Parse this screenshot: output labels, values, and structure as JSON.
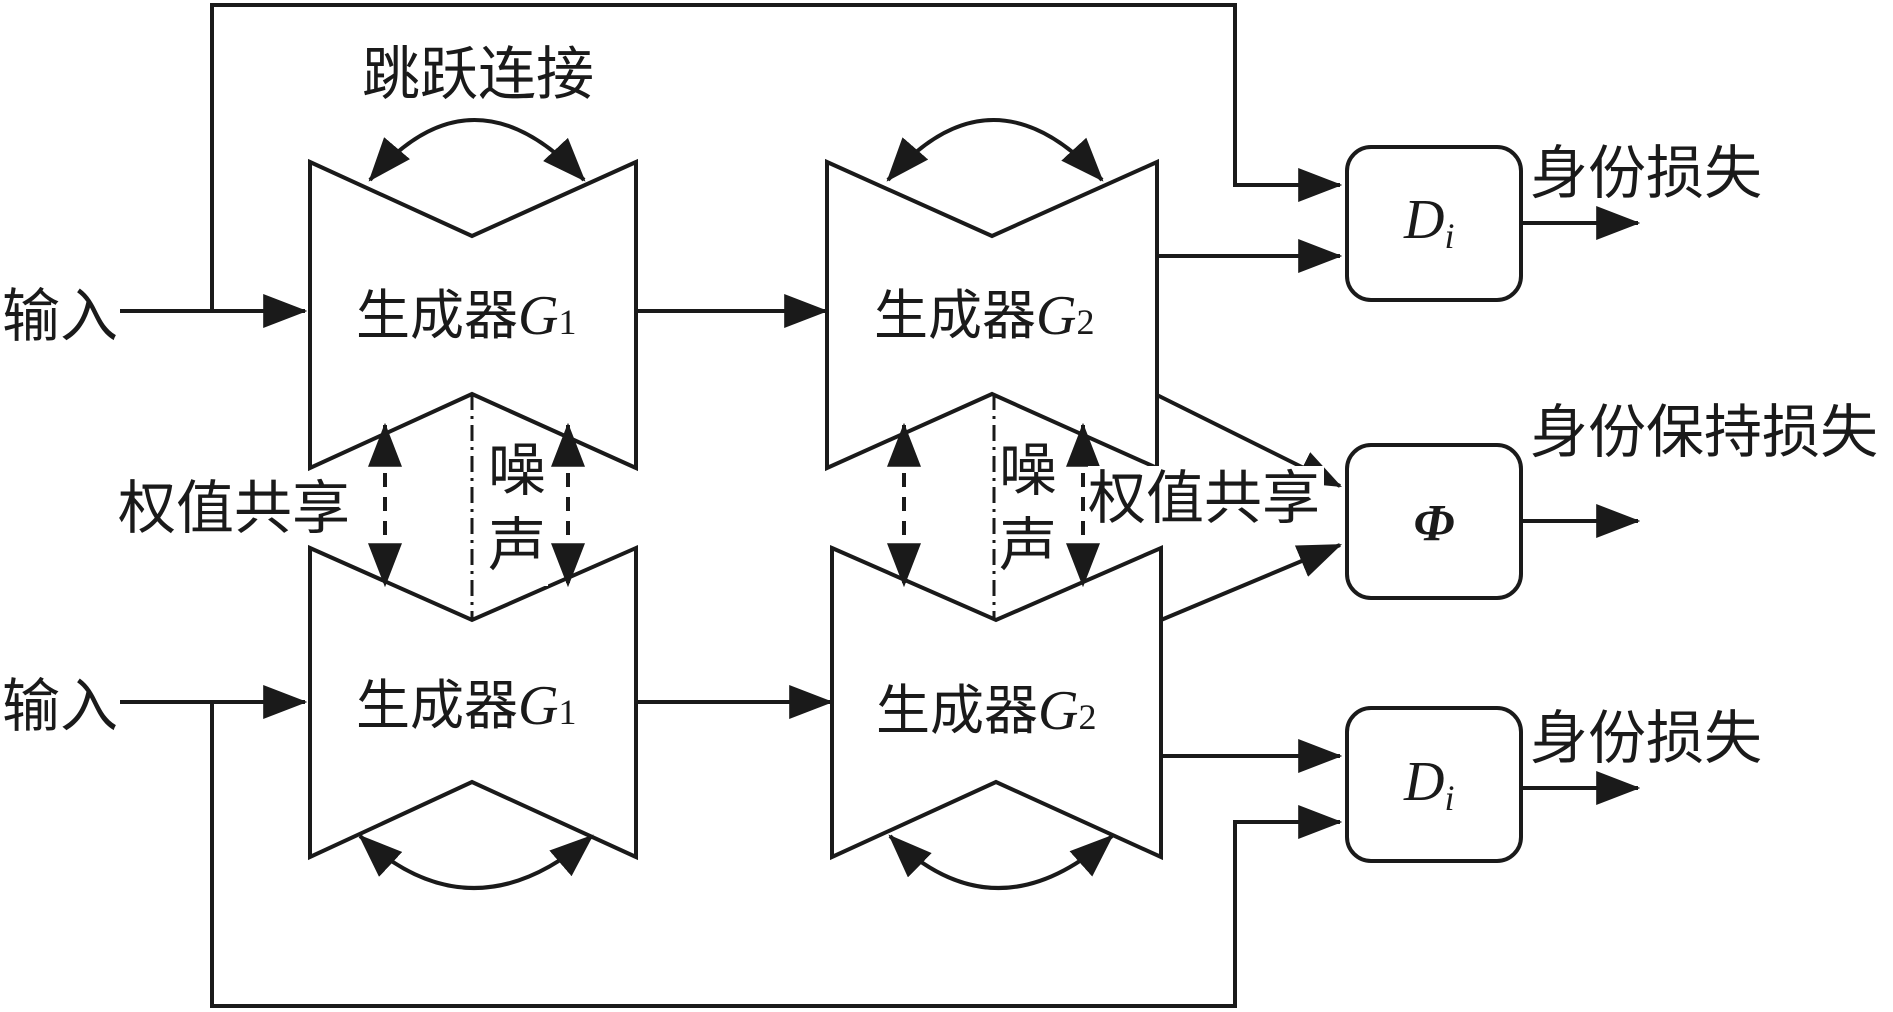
{
  "labels": {
    "input_top": "输入",
    "input_bottom": "输入",
    "skip_connection": "跳跃连接",
    "weight_share_left": "权值共享",
    "weight_share_right": "权值共享",
    "noise_left": [
      "噪",
      "声"
    ],
    "noise_right": [
      "噪",
      "声"
    ],
    "identity_loss_top": "身份损失",
    "identity_preserve_loss": "身份保持损失",
    "identity_loss_bottom": "身份损失"
  },
  "generators": {
    "g1_top": {
      "text": "生成器",
      "symbol": "G",
      "subscript": "1"
    },
    "g2_top": {
      "text": "生成器",
      "symbol": "G",
      "subscript": "2"
    },
    "g1_bottom": {
      "text": "生成器",
      "symbol": "G",
      "subscript": "1"
    },
    "g2_bottom": {
      "text": "生成器",
      "symbol": "G",
      "subscript": "2"
    }
  },
  "boxes": {
    "di_top": {
      "symbol": "D",
      "subscript": "i"
    },
    "phi": {
      "symbol": "Φ"
    },
    "di_bottom": {
      "symbol": "D",
      "subscript": "i"
    }
  }
}
